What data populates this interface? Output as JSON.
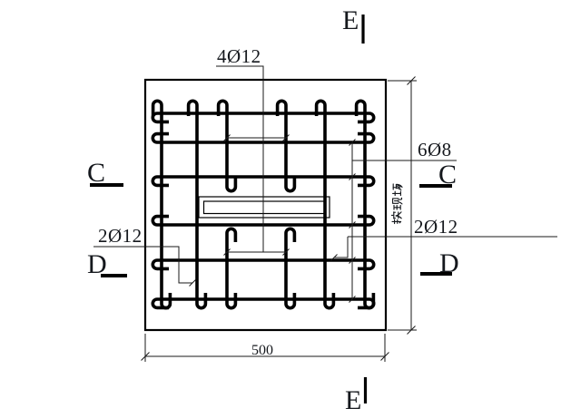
{
  "drawing": {
    "labels": {
      "top_rebar": "4Ø12",
      "side_rebar": "6Ø8",
      "left_rebar": "2Ø12",
      "right_rebar": "2Ø12"
    },
    "dimensions": {
      "width": "500",
      "height_note": "按现场"
    },
    "section_markers": {
      "top_e": "E",
      "bottom_e": "E",
      "left_c": "C",
      "right_c": "C",
      "left_d": "D",
      "right_d": "D"
    }
  }
}
